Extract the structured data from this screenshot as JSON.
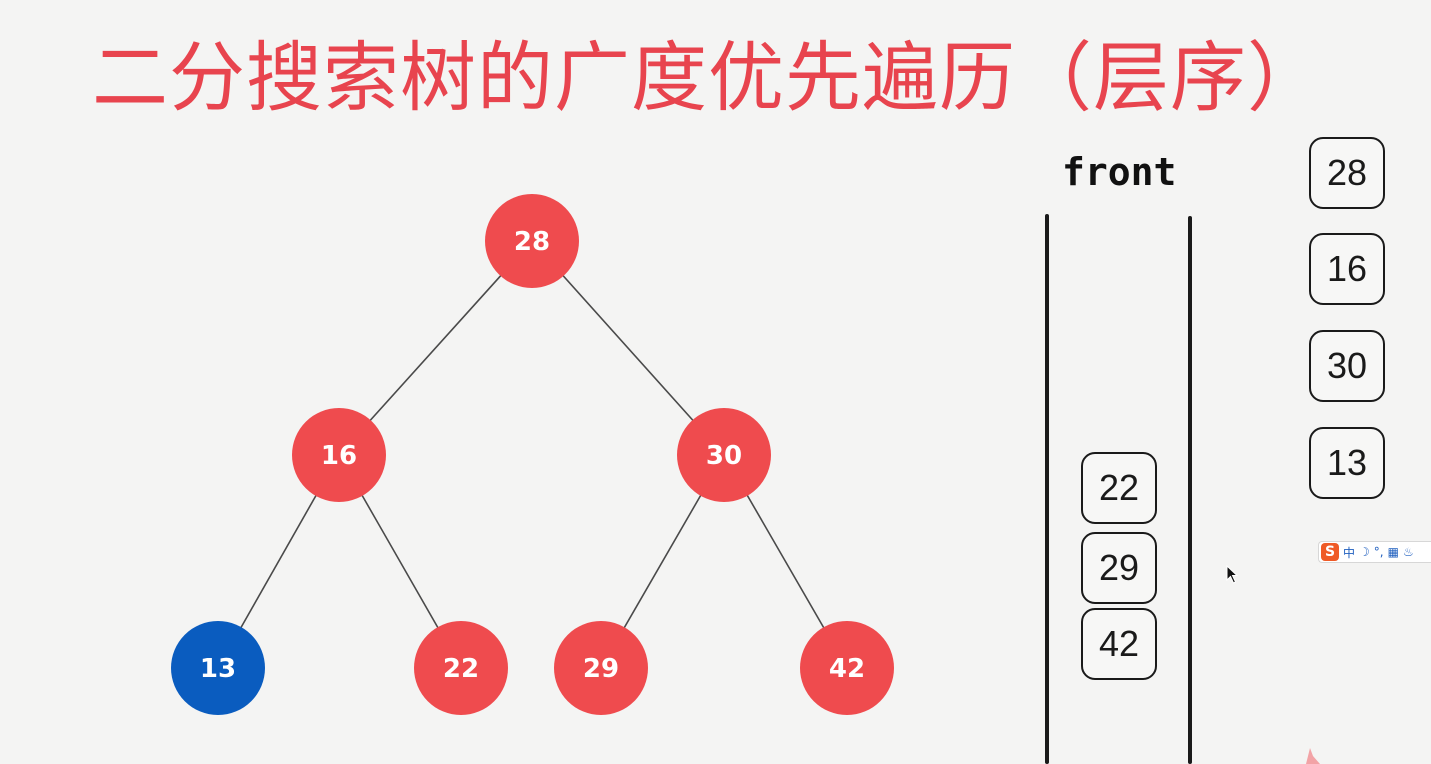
{
  "title": "二分搜索树的广度优先遍历（层序）",
  "tree": {
    "nodes": [
      {
        "id": "n28",
        "label": "28",
        "state": "visited"
      },
      {
        "id": "n16",
        "label": "16",
        "state": "visited"
      },
      {
        "id": "n30",
        "label": "30",
        "state": "visited"
      },
      {
        "id": "n13",
        "label": "13",
        "state": "current"
      },
      {
        "id": "n22",
        "label": "22",
        "state": "visited"
      },
      {
        "id": "n29",
        "label": "29",
        "state": "visited"
      },
      {
        "id": "n42",
        "label": "42",
        "state": "visited"
      }
    ],
    "edges": [
      [
        "n28",
        "n16"
      ],
      [
        "n28",
        "n30"
      ],
      [
        "n16",
        "n13"
      ],
      [
        "n16",
        "n22"
      ],
      [
        "n30",
        "n29"
      ],
      [
        "n30",
        "n42"
      ]
    ],
    "colors": {
      "visited": "#ef4b4e",
      "current": "#0a5cbf",
      "edge": "#4a4a4a"
    }
  },
  "queue": {
    "front_label": "front",
    "items": [
      "22",
      "29",
      "42"
    ]
  },
  "output": {
    "items": [
      "28",
      "16",
      "30",
      "13"
    ]
  },
  "ime": {
    "logo": "S",
    "items": [
      "中",
      "☽",
      "°,",
      "▦",
      "♨"
    ]
  }
}
